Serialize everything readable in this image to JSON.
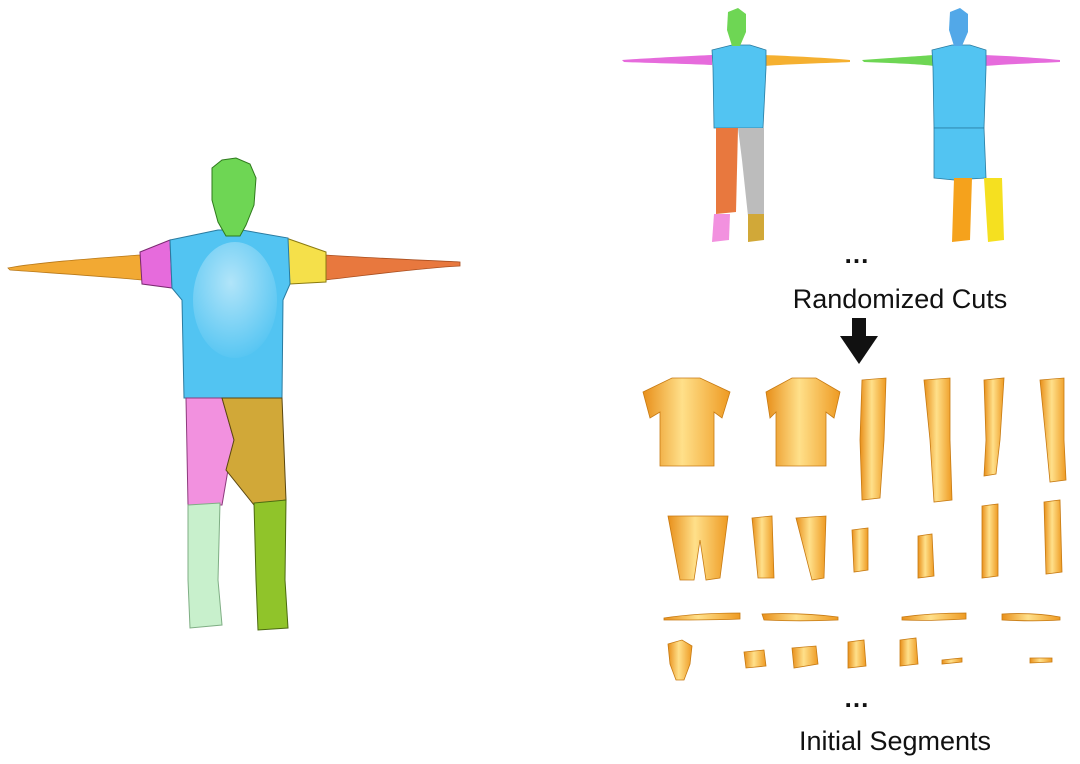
{
  "labels": {
    "top_ellipsis": "…",
    "randomized_cuts": "Randomized Cuts",
    "bottom_ellipsis": "…",
    "initial_segments": "Initial Segments"
  },
  "colors": {
    "body": "#52c4f2",
    "head": "#6ed654",
    "arm_left_upper": "#e66bdc",
    "arm_right_upper": "#f5e04a",
    "forearm_left": "#f2a933",
    "forearm_right": "#e8783e",
    "thigh_left": "#f291df",
    "thigh_right": "#d1a838",
    "shin_left": "#c8f0cc",
    "shin_right": "#90c42a",
    "segment": "#f2a52d"
  },
  "figures": [
    {
      "name": "main-segmented-figure"
    },
    {
      "name": "randomized-cut-figure-1"
    },
    {
      "name": "randomized-cut-figure-2"
    }
  ]
}
